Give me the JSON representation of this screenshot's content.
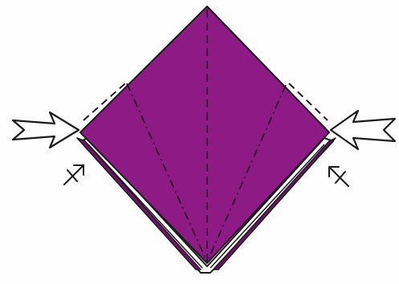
{
  "diagram": {
    "kind": "origami-fold-step",
    "paper_color": "#8e1a86",
    "paper_highlight_color": "#9b2a93",
    "paper_shadow_color": "#6f1268",
    "outline_color": "#1b1b1b",
    "background_color": "#fefefe",
    "fold_lines": [
      {
        "id": "center-valley",
        "style": "dashed"
      },
      {
        "id": "left-valley",
        "style": "dash-dot"
      },
      {
        "id": "right-valley",
        "style": "dash-dot"
      },
      {
        "id": "left-edge-mark",
        "style": "dashed"
      },
      {
        "id": "right-edge-mark",
        "style": "dashed"
      }
    ],
    "arrows": [
      {
        "id": "left-push-arrow",
        "kind": "push-in",
        "direction": "right"
      },
      {
        "id": "right-push-arrow",
        "kind": "push-in",
        "direction": "left"
      },
      {
        "id": "left-tuck-arrow",
        "kind": "fold-direction",
        "direction": "up-right"
      },
      {
        "id": "right-tuck-arrow",
        "kind": "fold-direction",
        "direction": "up-left"
      }
    ]
  }
}
